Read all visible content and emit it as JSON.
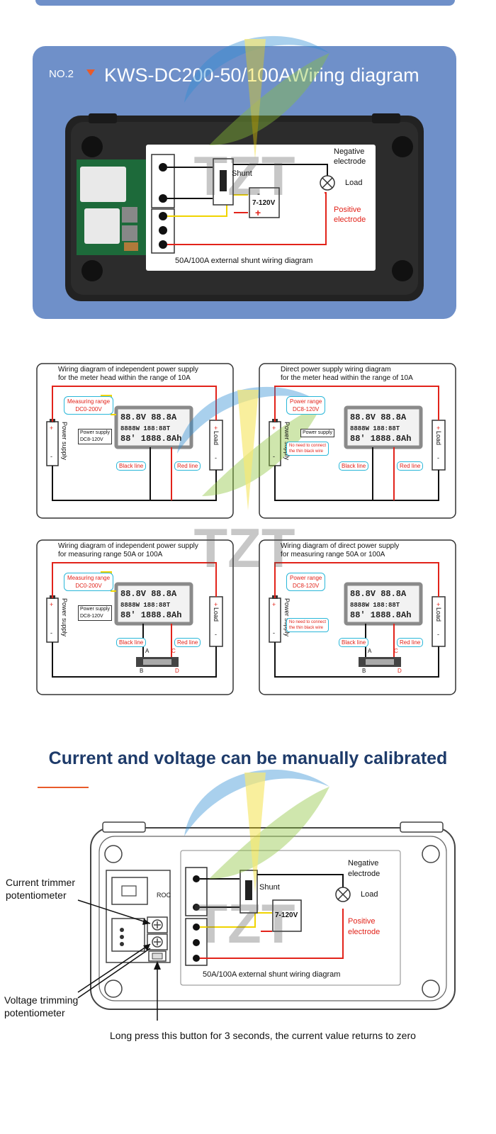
{
  "section1": {
    "no_label": "NO.2",
    "title": "KWS-DC200-50/100AWiring diagram",
    "labels": {
      "negative": "Negative\nelectrode",
      "shunt": "Shunt",
      "load": "Load",
      "voltage": "7-120V",
      "positive": "Positive\nelectrode",
      "plus": "+",
      "minus": "-",
      "caption": "50A/100A external shunt wiring diagram"
    }
  },
  "diagrams": [
    {
      "title": "Wiring diagram of independent power supply\nfor the meter head within the range of 10A",
      "range_label": "Measuring range",
      "range_value": "DC0-200V",
      "power_label": "Power supply",
      "power_value": "DC8-120V",
      "black_line": "Black line",
      "red_line": "Red line",
      "supply": "Power supply",
      "load": "Load"
    },
    {
      "title": "Direct power supply wiring diagram\nfor the meter head within the range of 10A",
      "range_label": "Power range",
      "range_value": "DC8-120V",
      "power_label": "Power supply",
      "note": "No need to connect\nthe thin black wire",
      "black_line": "Black line",
      "red_line": "Red line",
      "supply": "Power supply",
      "load": "Load"
    },
    {
      "title": "Wiring diagram of independent power supply\nfor measuring range 50A or 100A",
      "range_label": "Measuring range",
      "range_value": "DC0-200V",
      "power_label": "Power supply",
      "power_value": "DC8-120V",
      "black_line": "Black line",
      "red_line": "Red line",
      "supply": "Power supply",
      "load": "Load",
      "terminals": [
        "A",
        "B",
        "C",
        "D"
      ]
    },
    {
      "title": "Wiring diagram of direct power supply\nfor measuring range 50A or 100A",
      "range_label": "Power range",
      "range_value": "DC8-120V",
      "note": "No need to connect\nthe thin black wire",
      "black_line": "Black line",
      "red_line": "Red line",
      "supply": "Power supply",
      "load": "Load",
      "terminals": [
        "A",
        "B",
        "C",
        "D"
      ]
    }
  ],
  "section3": {
    "title": "Current and voltage can be manually calibrated",
    "current_trimmer": "Current trimmer\npotentiometer",
    "voltage_trimmer": "Voltage trimming\npotentiometer",
    "button_note": "Long press this button for 3 seconds, the current value returns to zero",
    "labels": {
      "negative": "Negative\nelectrode",
      "shunt": "Shunt",
      "load": "Load",
      "voltage": "7-120V",
      "positive": "Positive\nelectrode",
      "caption": "50A/100A external shunt wiring diagram",
      "roc": "ROC"
    }
  },
  "lcd": {
    "row1": "88.8V 88.8A",
    "row2": "8888W 188:88T",
    "row3": "88' 1888.8Ah"
  },
  "watermark": "TZT",
  "colors": {
    "panel_blue": "#6f90c9",
    "red": "#e2231a",
    "yellow": "#f0d400",
    "title_blue": "#1e3b6a",
    "accent_orange": "#e85b2a",
    "cyan_label": "#2ab7d9"
  }
}
